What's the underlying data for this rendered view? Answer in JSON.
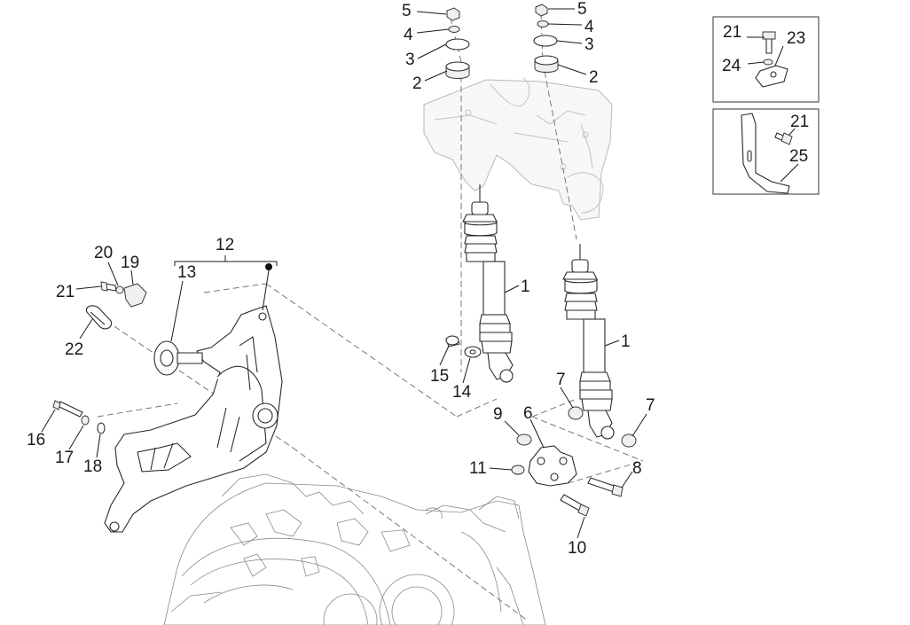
{
  "callouts": {
    "c1a": "1",
    "c1b": "1",
    "c2a": "2",
    "c2b": "2",
    "c3a": "3",
    "c3b": "3",
    "c4a": "4",
    "c4b": "4",
    "c5a": "5",
    "c5b": "5",
    "c6": "6",
    "c7a": "7",
    "c7b": "7",
    "c8": "8",
    "c9": "9",
    "c10": "10",
    "c11": "11",
    "c12": "12",
    "c13": "13",
    "c14": "14",
    "c15": "15",
    "c16": "16",
    "c17": "17",
    "c18": "18",
    "c19": "19",
    "c20": "20",
    "c21": "21",
    "c21b": "21",
    "c21c": "21",
    "c22": "22",
    "c23": "23",
    "c24": "24",
    "c25": "25"
  }
}
